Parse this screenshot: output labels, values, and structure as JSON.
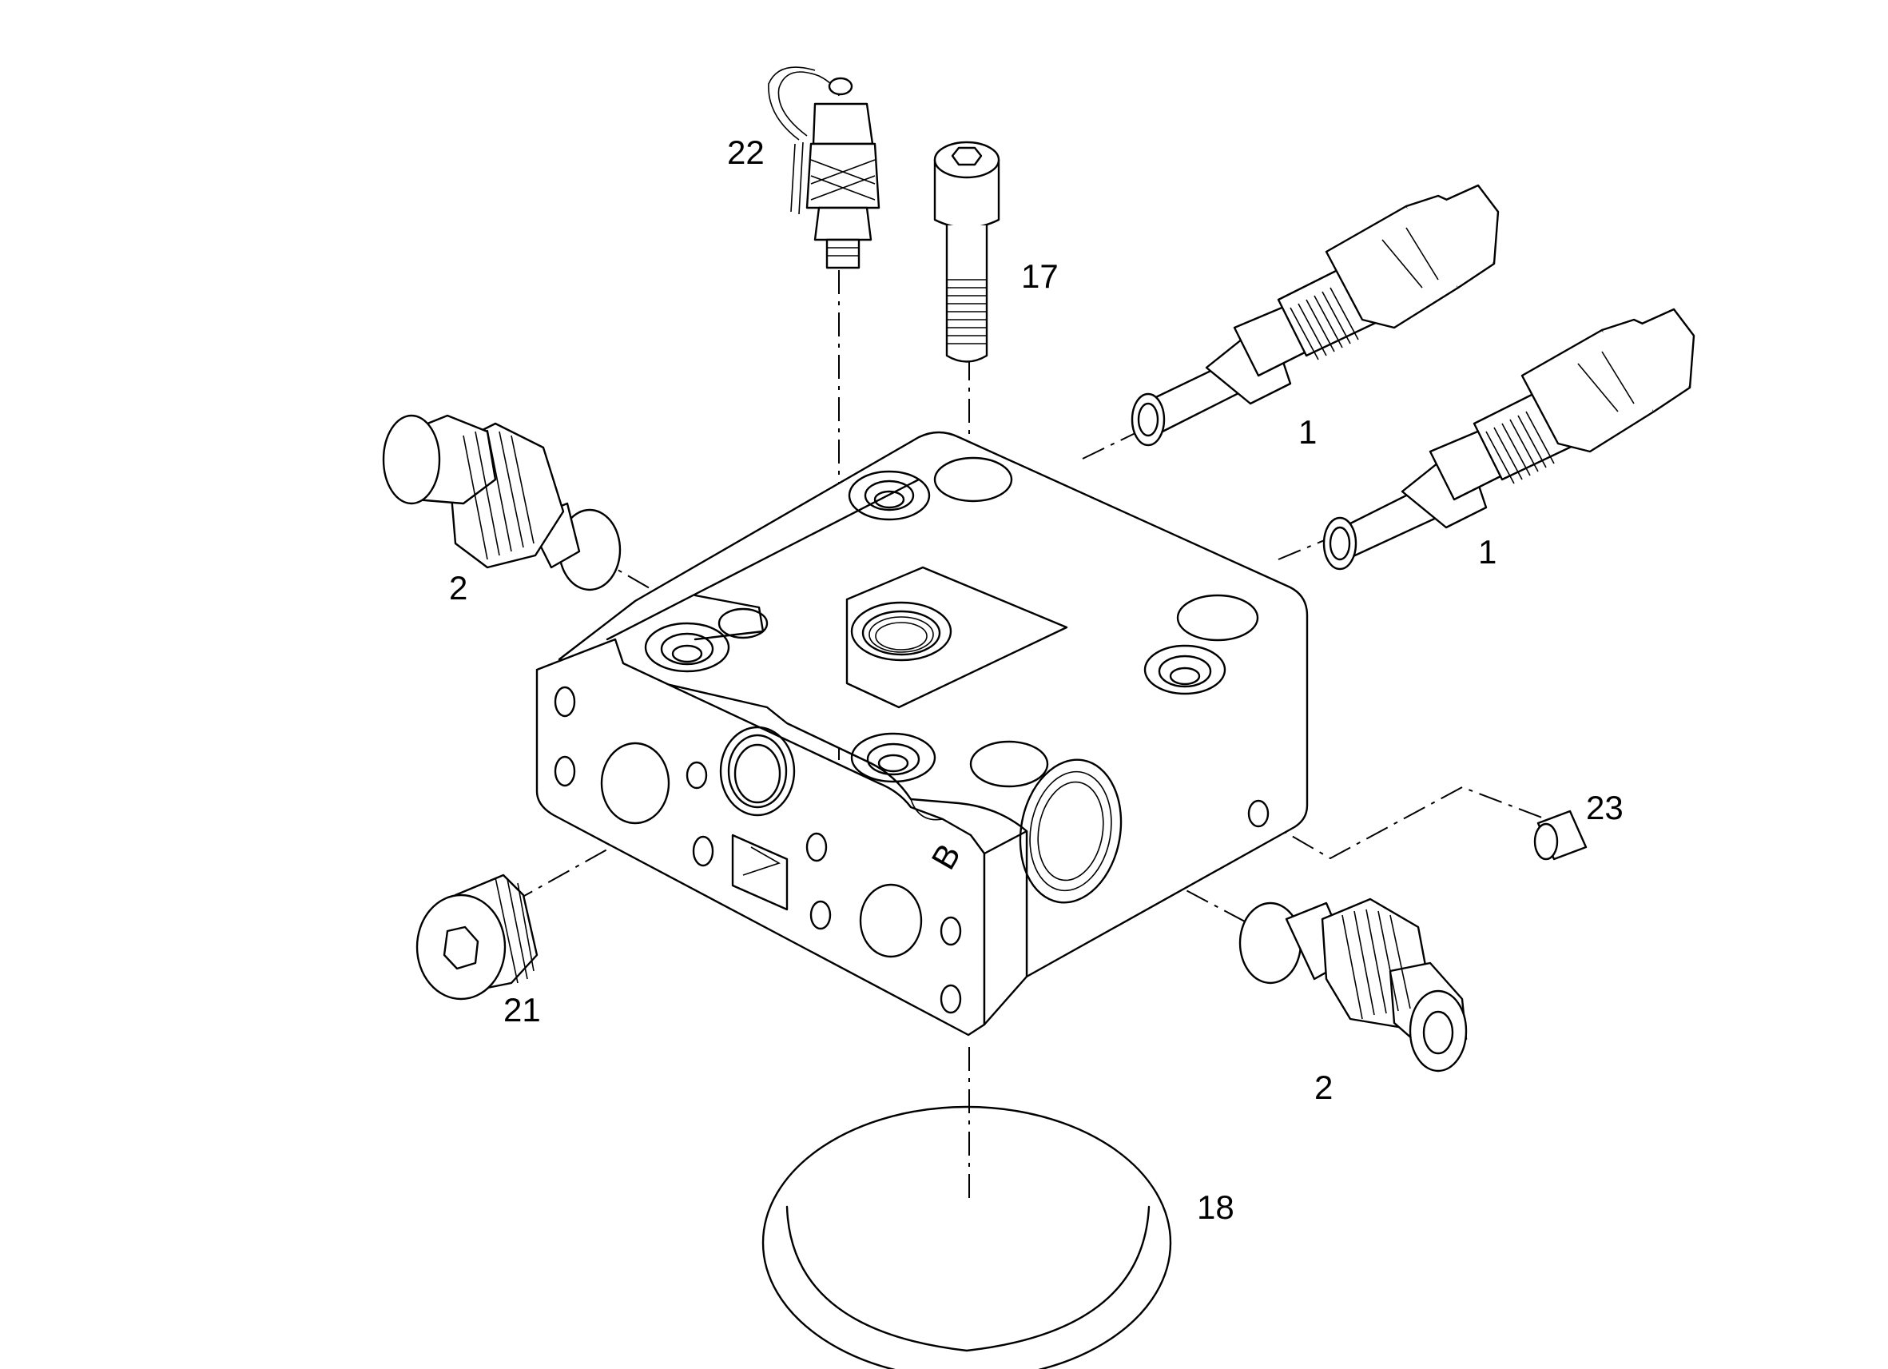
{
  "callouts": {
    "valve_left": "1",
    "valve_right": "1",
    "plug_left": "2",
    "plug_right": "2",
    "bolt": "17",
    "oring": "18",
    "hex_plug": "21",
    "test_port": "22",
    "pin": "23"
  },
  "icons": {
    "relief_valve": "relief-valve-cartridge-icon",
    "check_plug": "check-plug-icon",
    "socket_bolt": "socket-head-bolt-icon",
    "o_ring": "o-ring-icon",
    "hex_socket_plug": "hex-socket-plug-icon",
    "test_coupling": "test-port-coupling-icon",
    "dowel_pin": "dowel-pin-icon"
  }
}
